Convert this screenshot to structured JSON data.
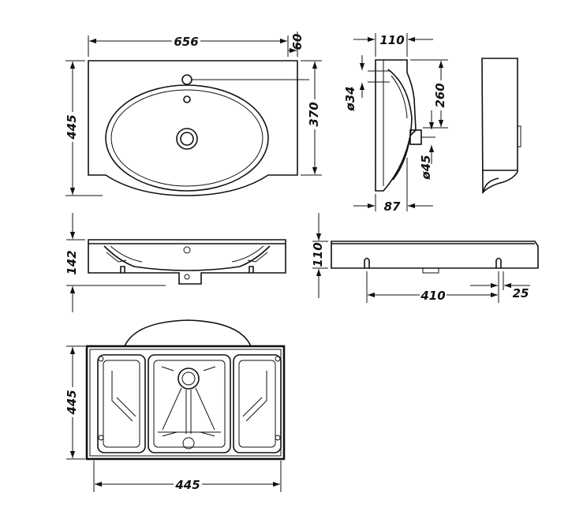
{
  "dimensions": {
    "top_width": "656",
    "top_overhang": "60",
    "top_depth": "445",
    "top_bowl_depth": "370",
    "side_width": "110",
    "side_tap_hole": "ø34",
    "side_height": "260",
    "side_drain": "ø45",
    "side_bottom": "87",
    "front_height": "142",
    "elev_height": "110",
    "elev_span": "410",
    "elev_end": "25",
    "bottom_depth": "445",
    "bottom_width": "445"
  },
  "colors": {
    "line": "#111111",
    "background": "#ffffff"
  }
}
